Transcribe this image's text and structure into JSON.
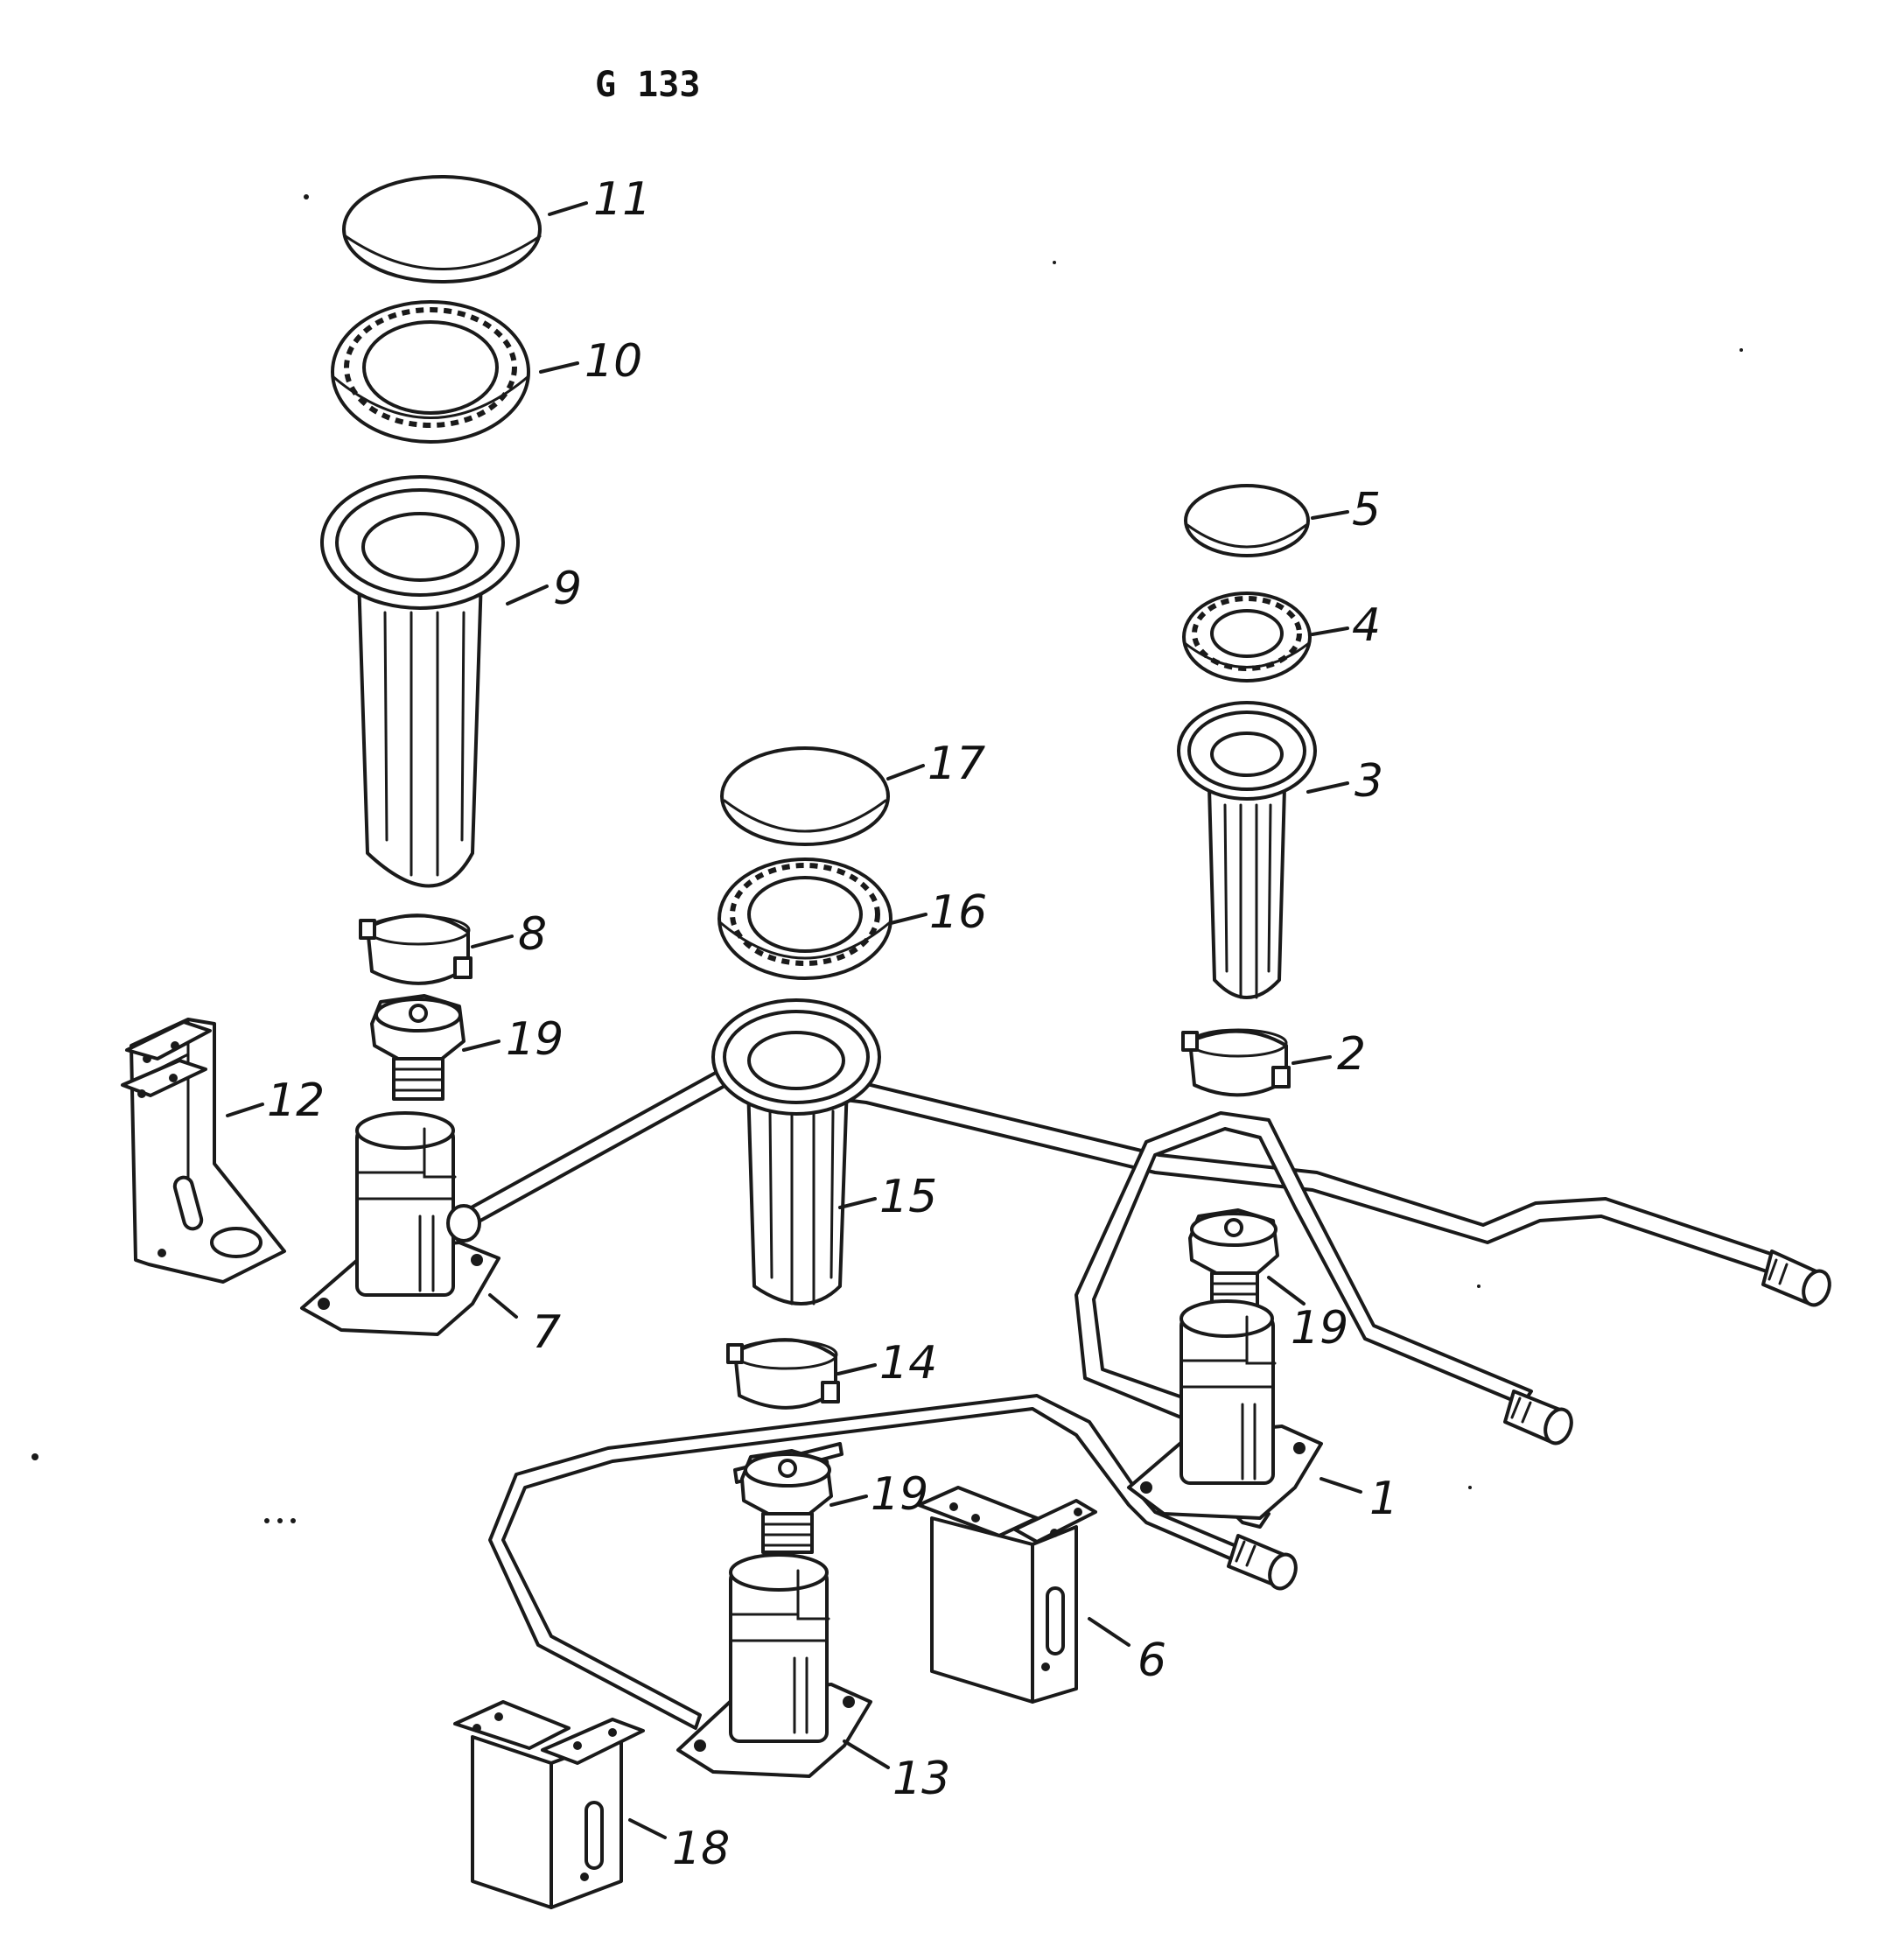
{
  "figure": {
    "label": "G 133"
  },
  "callouts": {
    "c1": "1",
    "c2": "2",
    "c3": "3",
    "c4": "4",
    "c5": "5",
    "c6": "6",
    "c7": "7",
    "c8": "8",
    "c9": "9",
    "c10": "10",
    "c11": "11",
    "c12": "12",
    "c13": "13",
    "c14": "14",
    "c15": "15",
    "c16": "16",
    "c17": "17",
    "c18": "18",
    "c19a": "19",
    "c19b": "19",
    "c19c": "19"
  },
  "colors": {
    "line": "#1a1a1a",
    "background": "#ffffff"
  }
}
